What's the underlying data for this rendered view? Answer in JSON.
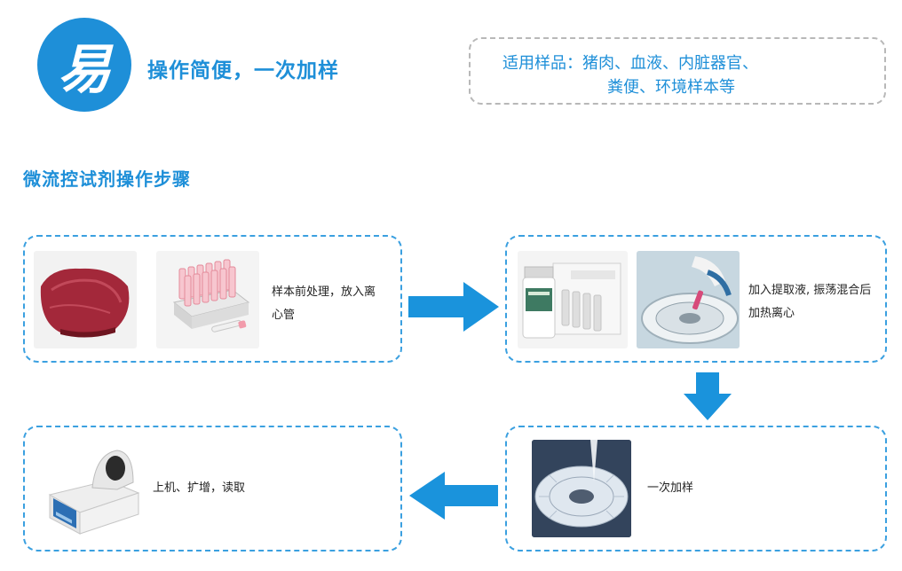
{
  "header": {
    "badge_char": "易",
    "tagline": "操作简便，一次加样",
    "sample_line1": "适用样品：猪肉、血液、内脏器官、",
    "sample_line2": "粪便、环境样本等"
  },
  "section_title": "微流控试剂操作步骤",
  "steps": [
    {
      "text_line1": "样本前处理，放入离",
      "text_line2": "心管"
    },
    {
      "text_line1": "加入提取液, 振荡混合后",
      "text_line2": "加热离心"
    },
    {
      "text": "一次加样"
    },
    {
      "text": "上机、扩增，读取"
    }
  ],
  "colors": {
    "accent": "#1e8fd8",
    "arrow": "#1a93dc",
    "border": "#3ba0e0"
  }
}
